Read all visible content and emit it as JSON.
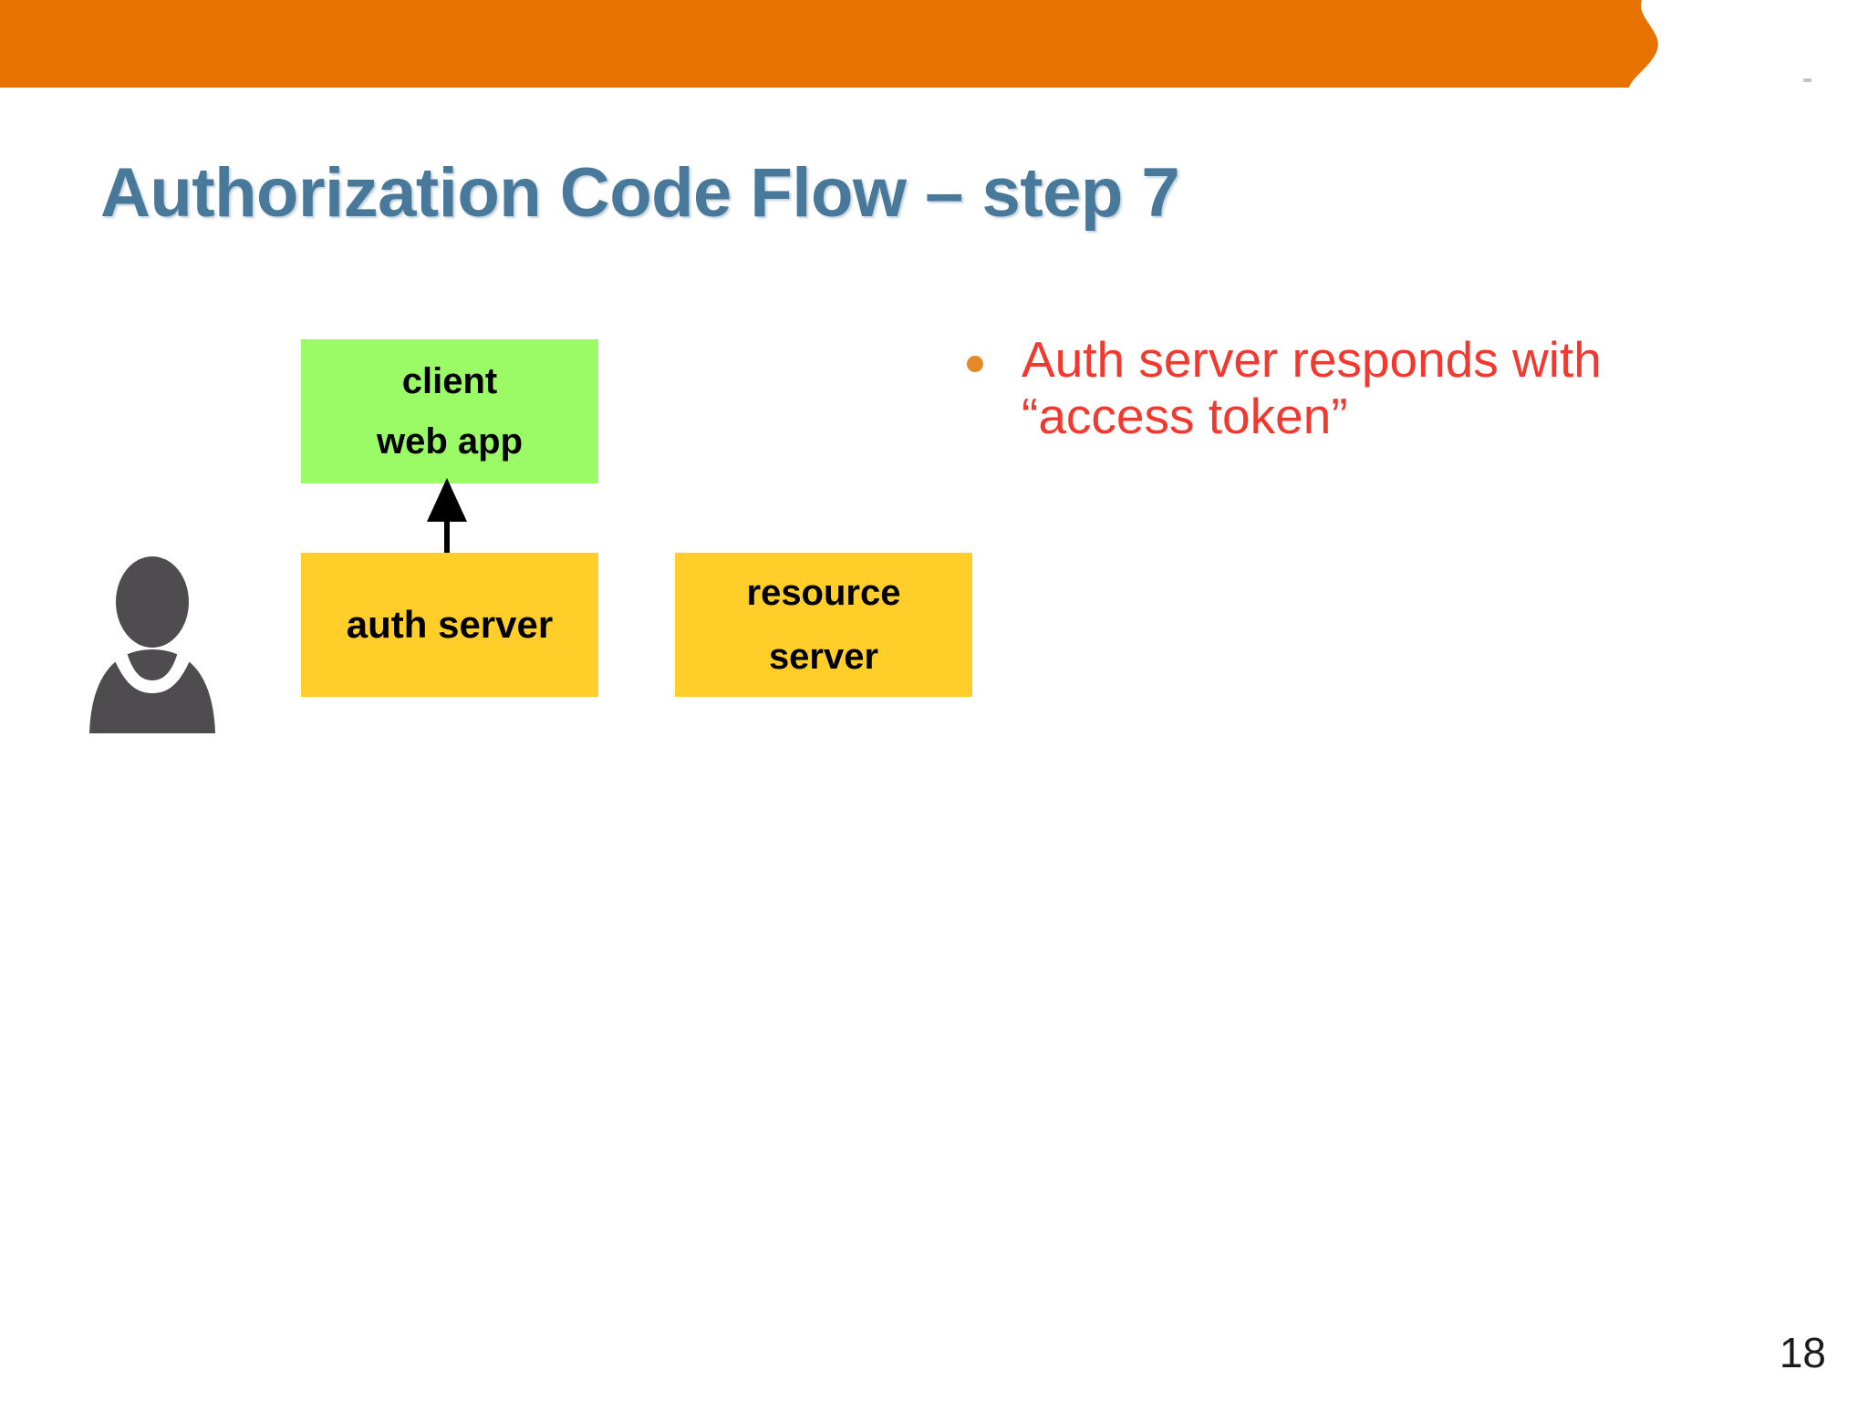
{
  "slide": {
    "title": "Authorization Code Flow – step 7",
    "page_number": "18",
    "background_color": "#FFFFFF",
    "title_color": "#49799A",
    "header_color": "#E87200"
  },
  "diagram": {
    "user_icon": "person-silhouette-icon",
    "arrow": {
      "name": "arrow-up-icon",
      "direction": "up",
      "from": "auth server",
      "to": "client web app",
      "color": "#000000"
    },
    "nodes": [
      {
        "id": "client-web-app",
        "lines": [
          "client",
          "web app"
        ],
        "color": "#9BFB66"
      },
      {
        "id": "auth-server",
        "lines": [
          "auth server"
        ],
        "color": "#FFCE29"
      },
      {
        "id": "resource-server",
        "lines": [
          "resource",
          "server"
        ],
        "color": "#FFCE29"
      }
    ]
  },
  "bullets": [
    {
      "text": "Auth server responds with “access token”",
      "color": "#F2382F",
      "dot_color": "#E3892A"
    }
  ]
}
